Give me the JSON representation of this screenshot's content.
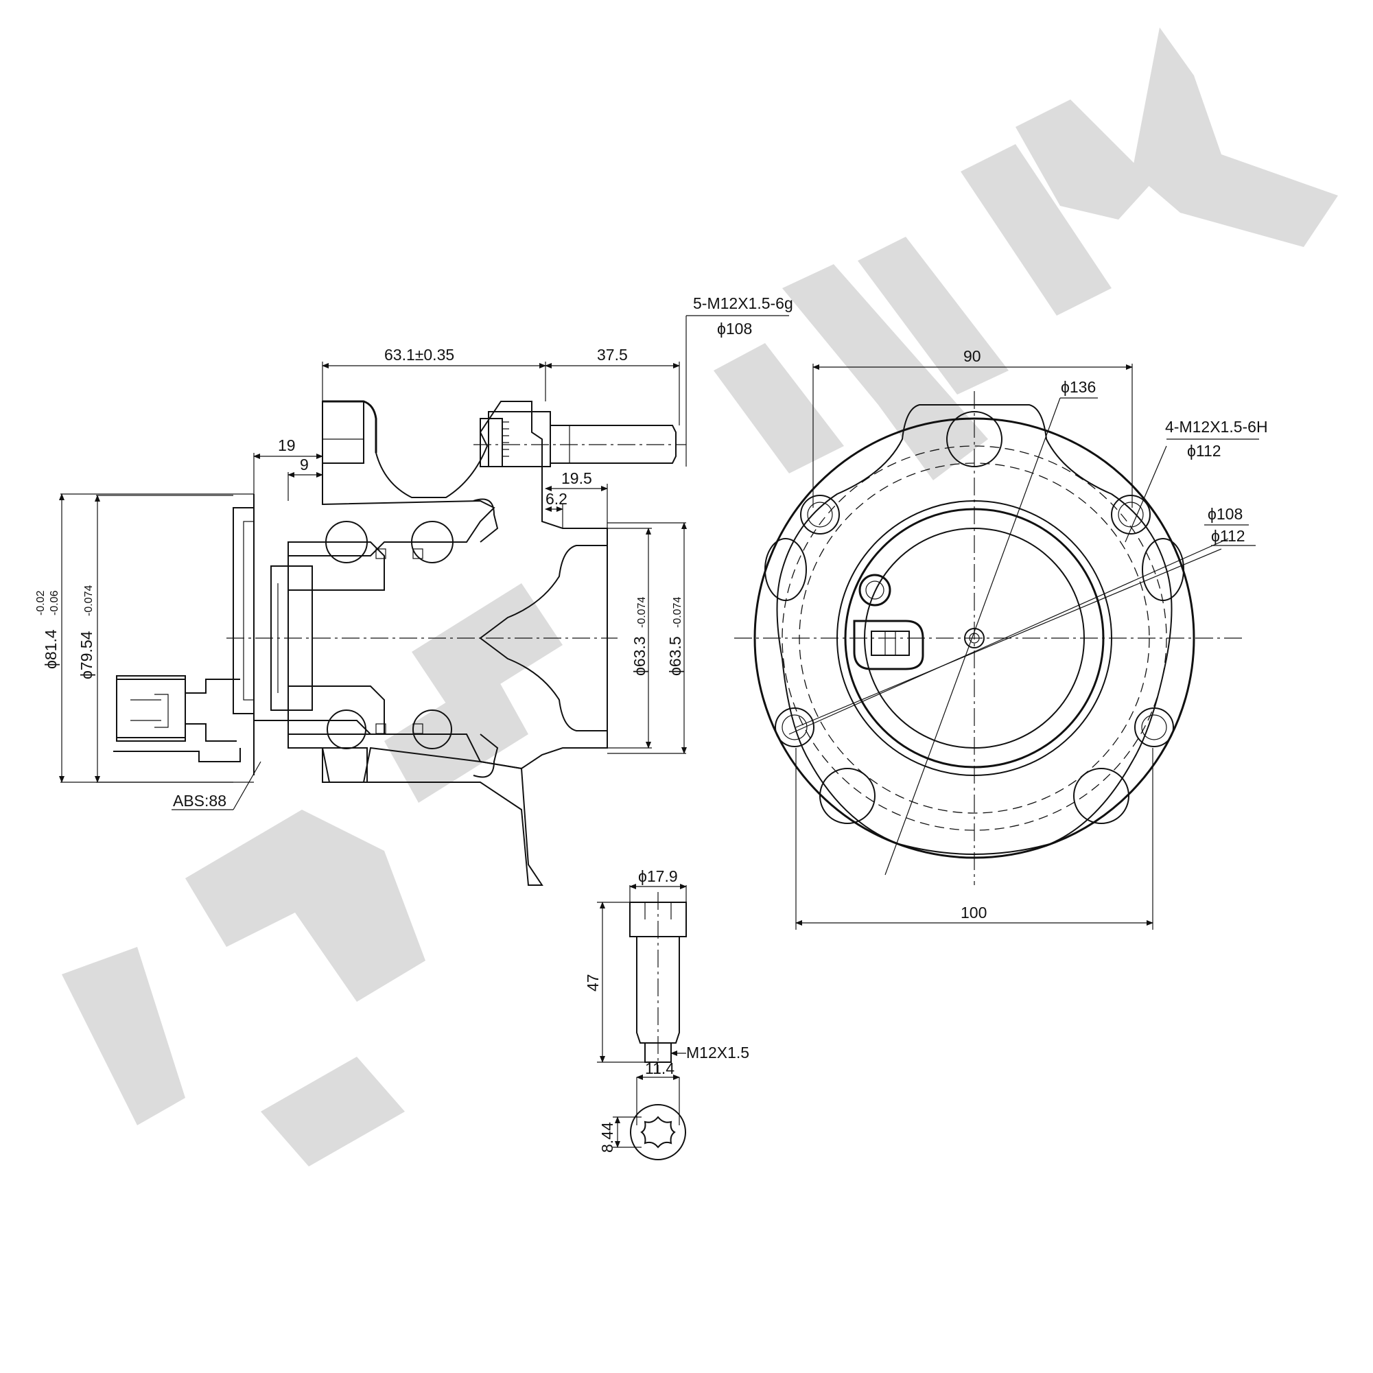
{
  "watermark": "ZENTEK",
  "dimensions": {
    "side_view": {
      "width_main": "63.1±0.35",
      "stud_length": "37.5",
      "flange_19": "19",
      "flange_9": "9",
      "pilot_19_5": "19.5",
      "pilot_6_2": "6.2",
      "dia_81_4": "ϕ81.4",
      "dia_81_4_upper": "-0.02",
      "dia_81_4_lower": "-0.06",
      "dia_79_54": "ϕ79.54",
      "dia_79_54_tol": "-0.074",
      "dia_63_3": "ϕ63.3",
      "dia_63_3_tol": "-0.074",
      "dia_63_5": "ϕ63.5",
      "dia_63_5_tol": "-0.074",
      "abs": "ABS:88"
    },
    "callout_studs": {
      "thread": "5-M12X1.5-6g",
      "pcd": "ϕ108"
    },
    "front_view": {
      "width_90": "90",
      "width_100": "100",
      "dia_136": "ϕ136",
      "holes_thread": "4-M12X1.5-6H",
      "holes_pcd": "ϕ112",
      "dia_108": "ϕ108",
      "dia_112": "ϕ112"
    },
    "bolt": {
      "head_dia": "ϕ17.9",
      "length": "47",
      "thread": "M12X1.5",
      "drive_width": "11.4",
      "drive_height": "8.44"
    }
  }
}
